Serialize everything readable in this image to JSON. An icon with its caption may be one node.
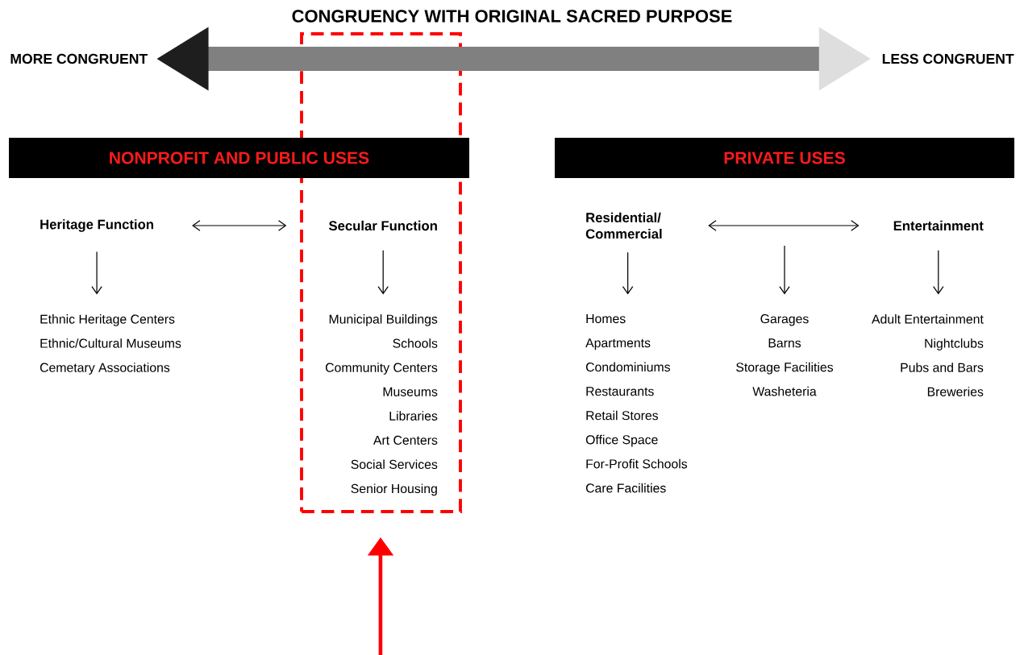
{
  "diagram": {
    "title": "CONGRUENCY WITH ORIGINAL SACRED PURPOSE",
    "nodes": [
      {
        "text": [
          "MORE CONGRUENT"
        ]
      },
      {
        "text": [
          "LESS CONGRUENT"
        ]
      },
      {
        "text": [
          "NONPROFIT AND PUBLIC USES"
        ]
      },
      {
        "text": [
          "PRIVATE USES"
        ]
      },
      {
        "text": [],
        "shape": "box"
      },
      {
        "text": [
          "Heritage Function"
        ]
      },
      {
        "text": [
          "Secular Function"
        ],
        "in": 4
      },
      {
        "text": [
          "Residential/ Commercial"
        ]
      },
      {
        "text": [
          "Entertainment"
        ]
      },
      {
        "text": [
          "Ethnic Heritage Centers",
          "Ethnic/Cultural Museums",
          "Cemetary Associations"
        ]
      },
      {
        "text": [
          "Municipal Buildings",
          "Schools",
          "Community Centers",
          "Museums",
          "Libraries",
          "Art Centers",
          "Social Services",
          "Senior Housing"
        ],
        "in": 4
      },
      {
        "text": [
          "Homes",
          "Apartments",
          "Condominiums",
          "Restaurants",
          "Retail Stores",
          "Office Space",
          "For-Profit Schools",
          "Care Facilities"
        ]
      },
      {
        "text": [
          "Garages",
          "Barns",
          "Storage Facilities",
          "Washeteria"
        ]
      },
      {
        "text": [
          "Adult Entertainment",
          "Nightclubs",
          "Pubs and Bars",
          "Breweries"
        ]
      }
    ],
    "edges": [
      {
        "from": 0,
        "to": 1,
        "arrow": "both",
        "style": "thick",
        "color": "#808080"
      },
      {
        "from": 5,
        "to": 6,
        "arrow": "both"
      },
      {
        "from": 7,
        "to": 8,
        "arrow": "both"
      },
      {
        "from": 5,
        "to": 9,
        "arrow": "to"
      },
      {
        "from": 6,
        "to": 10,
        "arrow": "to"
      },
      {
        "from": 7,
        "to": 11,
        "arrow": "to"
      },
      {
        "from": null,
        "to": 12,
        "arrow": "to"
      },
      {
        "from": 8,
        "to": 13,
        "arrow": "to"
      },
      {
        "from": null,
        "to": 4,
        "arrow": "to",
        "style": "thick",
        "color": "#ff0000"
      }
    ]
  }
}
